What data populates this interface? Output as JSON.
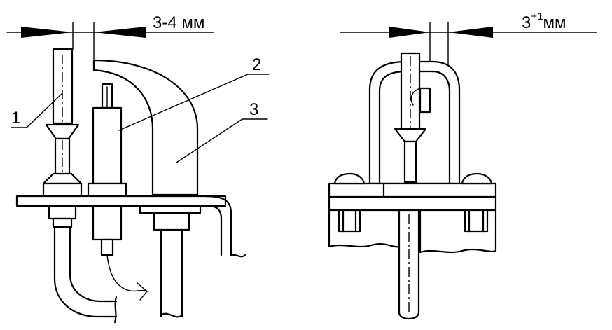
{
  "left_view": {
    "dimension": "3-4 мм",
    "callouts": [
      "1",
      "2",
      "3"
    ]
  },
  "right_view": {
    "dimension_base": "3",
    "dimension_sup": "+1",
    "dimension_unit": "мм"
  }
}
